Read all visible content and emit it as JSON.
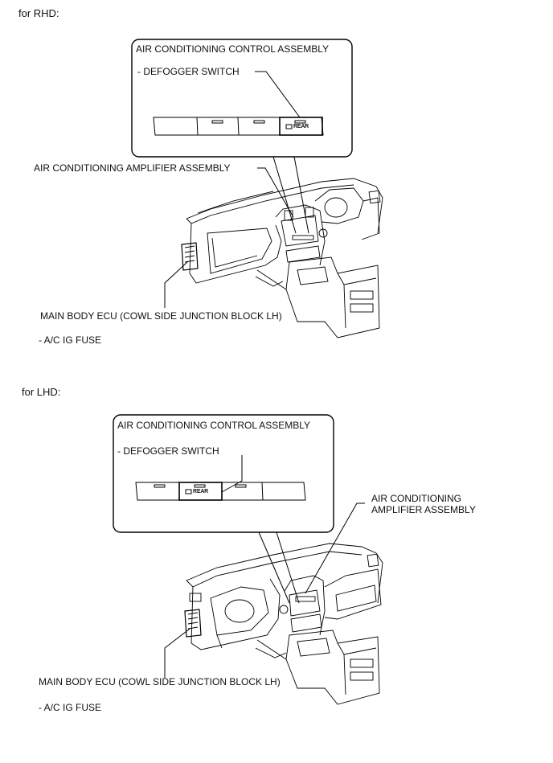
{
  "rhd": {
    "heading": "for RHD:",
    "control_assembly": "AIR CONDITIONING CONTROL ASSEMBLY",
    "defogger_switch": "- DEFOGGER SWITCH",
    "button_label": "REAR",
    "amplifier": "AIR CONDITIONING AMPLIFIER ASSEMBLY",
    "main_body_ecu": "MAIN BODY ECU (COWL SIDE JUNCTION BLOCK LH)",
    "fuse": "- A/C IG FUSE"
  },
  "lhd": {
    "heading": "for LHD:",
    "control_assembly": "AIR CONDITIONING CONTROL ASSEMBLY",
    "defogger_switch": "- DEFOGGER SWITCH",
    "button_label": "REAR",
    "amplifier_line1": "AIR CONDITIONING",
    "amplifier_line2": "AMPLIFIER ASSEMBLY",
    "main_body_ecu": "MAIN BODY ECU (COWL SIDE JUNCTION BLOCK LH)",
    "fuse": "- A/C IG FUSE"
  }
}
